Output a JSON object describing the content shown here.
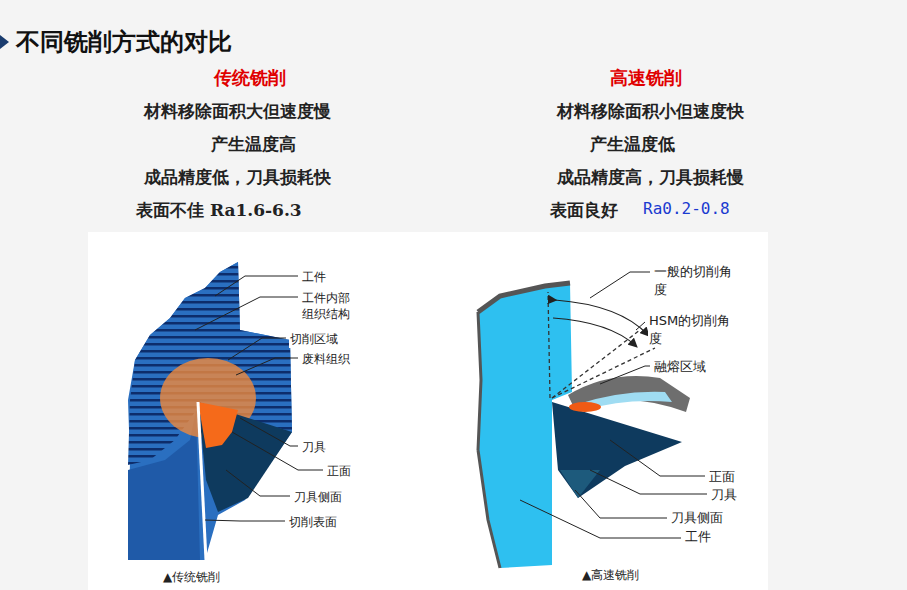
{
  "diagram": {
    "title": "不同铣削方式的对比",
    "labels": [
      "传统铣削",
      "高速铣削",
      "材料移除面积大但速度慢",
      "材料移除面积小但速度快",
      "产生温度高",
      "产生温度低",
      "成品精度低，刀具损耗快",
      "成品精度高，刀具损耗慢",
      "表面不佳 Ra1.6-6.3",
      "表面良好",
      "Ra0.2-0.8",
      "工件",
      "工件内部 组织结构",
      "切削区域",
      "废料组织",
      "刀具",
      "正面",
      "刀具侧面",
      "切削表面",
      "▲传统铣削",
      "一般的切削角度",
      "HSM的切削角度",
      "融熔区域",
      "正面",
      "刀具",
      "刀具侧面",
      "工件",
      "▲高速铣削"
    ]
  }
}
